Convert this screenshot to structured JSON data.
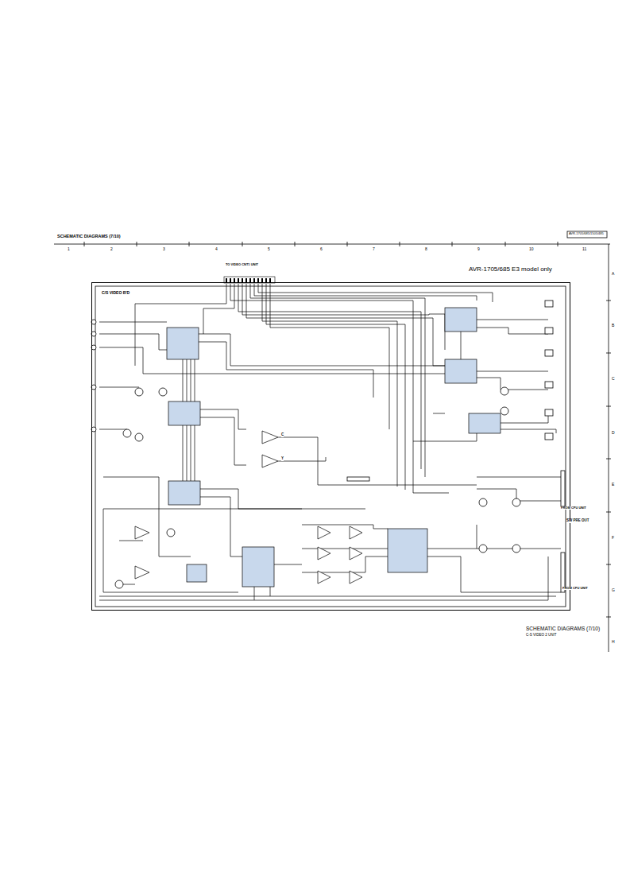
{
  "diagram": {
    "title": "SCHEMATIC DIAGRAMS (7/10)",
    "caption": "SCHEMATIC DIAGRAMS (7/10)",
    "nodes": [
      {
        "text": [
          "C/S VIDEO B'D"
        ]
      }
    ],
    "labels": [
      "AVR-1705/685/1505/485",
      "1",
      "2",
      "3",
      "4",
      "5",
      "6",
      "7",
      "8",
      "9",
      "10",
      "11",
      "A",
      "B",
      "C",
      "D",
      "E",
      "F",
      "G",
      "H",
      "TO VIDEO CNT1 UNIT",
      "AVR-1705/685 E3 model only",
      "C",
      "Y",
      "FROM CPU UNIT",
      "SW PRE OUT",
      "FROM CPU UNIT",
      "C-S VIDEO 2 UNIT"
    ]
  }
}
